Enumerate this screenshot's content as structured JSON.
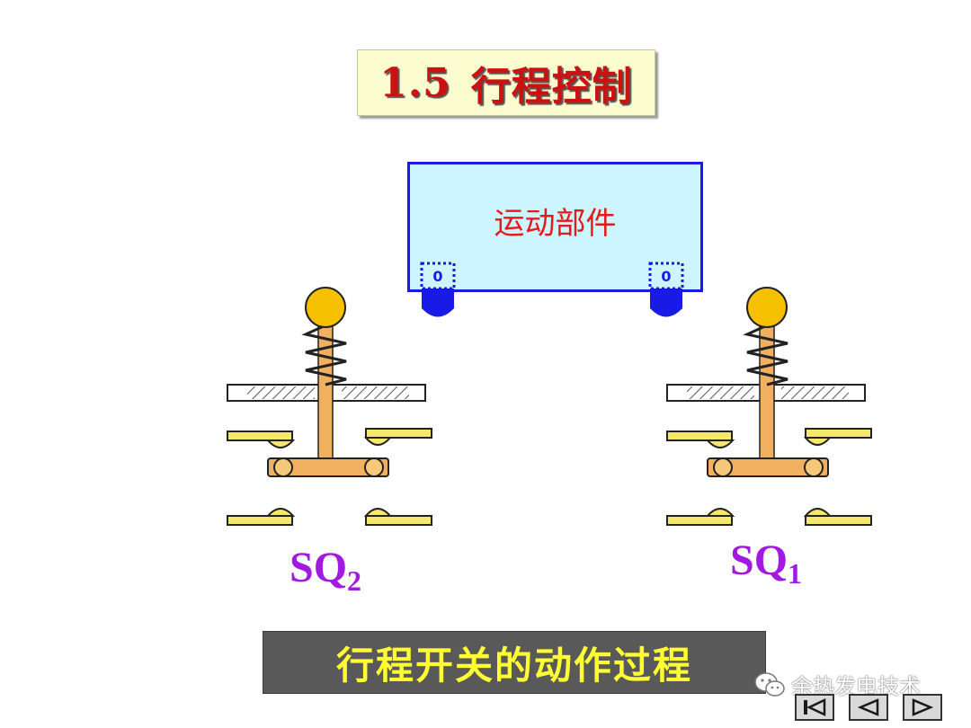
{
  "title": {
    "number": "1.5",
    "text": "行程控制"
  },
  "moving_part": {
    "label": "运动部件"
  },
  "switches": {
    "left": {
      "name": "SQ",
      "subscript": "2"
    },
    "right": {
      "name": "SQ",
      "subscript": "1"
    }
  },
  "caption": "行程开关的动作过程",
  "watermark": "余热发电技术",
  "nav": {
    "first_icon": "skip-to-first-icon",
    "prev_icon": "previous-icon",
    "next_icon": "next-icon"
  },
  "colors": {
    "title_text": "#cc1111",
    "moving_part_fill": "#ccf5ff",
    "moving_part_border": "#1a1ae6",
    "plunger_ball": "#f5c000",
    "rod": "#f0b060",
    "contact": "#f5e86a",
    "label": "#a01ae0",
    "caption_bg": "#595959",
    "caption_text": "#ffff33"
  }
}
